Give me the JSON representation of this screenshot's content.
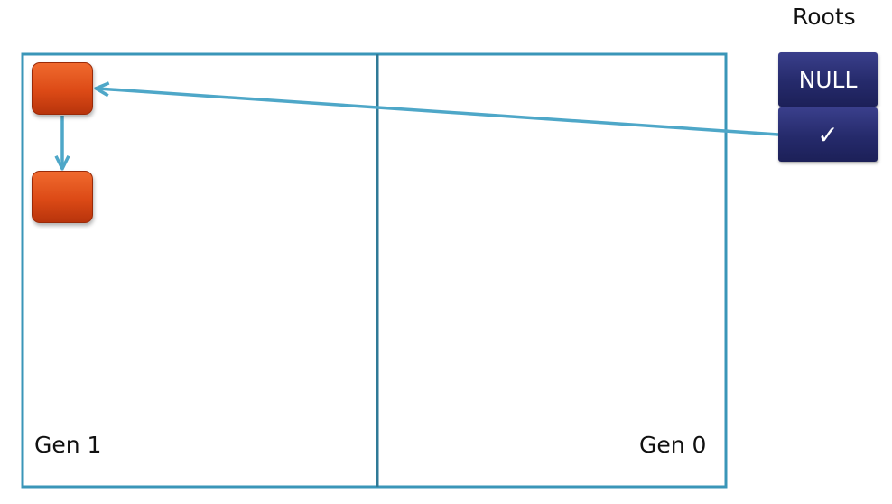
{
  "heap": {
    "generations": [
      {
        "label": "Gen 1"
      },
      {
        "label": "Gen 0"
      }
    ]
  },
  "roots": {
    "title": "Roots",
    "slots": [
      {
        "label": "NULL"
      },
      {
        "label": "✓"
      }
    ]
  },
  "objects": [
    {
      "generation": "Gen 1"
    },
    {
      "generation": "Gen 1"
    }
  ],
  "references": [
    {
      "from": "root-slot-2",
      "to": "object-1"
    },
    {
      "from": "object-1",
      "to": "object-2"
    }
  ],
  "colors": {
    "heap_border": "#3a96b8",
    "arrow": "#4ea7c8",
    "object_fill": "#dc4a16",
    "root_fill": "#252a6b"
  }
}
